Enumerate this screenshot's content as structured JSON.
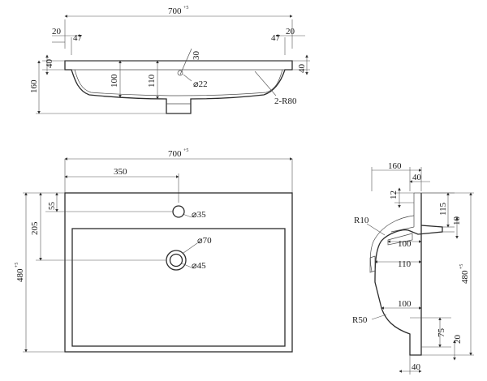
{
  "top_view": {
    "overall_width": "700",
    "overall_width_tol": "+5",
    "left_edge_20": "20",
    "left_edge_47": "47",
    "right_edge_47": "47",
    "right_edge_20": "20",
    "height_40_left": "40",
    "height_40_right": "40",
    "height_160": "160",
    "depth_100": "100",
    "depth_110": "110",
    "angle_30": "30",
    "hole_22": "⌀22",
    "radius_r80": "2-R80"
  },
  "plan_view": {
    "overall_width": "700",
    "overall_width_tol": "+5",
    "center_350": "350",
    "dim_55": "55",
    "dim_205": "205",
    "overall_depth": "480",
    "overall_depth_tol": "+5",
    "tap_hole": "⌀35",
    "drain_outer": "⌀70",
    "drain_inner": "⌀45"
  },
  "side_view": {
    "dim_160": "160",
    "dim_40_top": "40",
    "dim_12": "12",
    "dim_115": "115",
    "dim_10": "10",
    "radius_r10": "R10",
    "dim_100_a": "100",
    "dim_110": "110",
    "overall_depth": "480",
    "overall_depth_tol": "+5",
    "dim_100_b": "100",
    "radius_r50": "R50",
    "dim_75": "75",
    "dim_20": "20",
    "dim_40_bottom": "40"
  }
}
